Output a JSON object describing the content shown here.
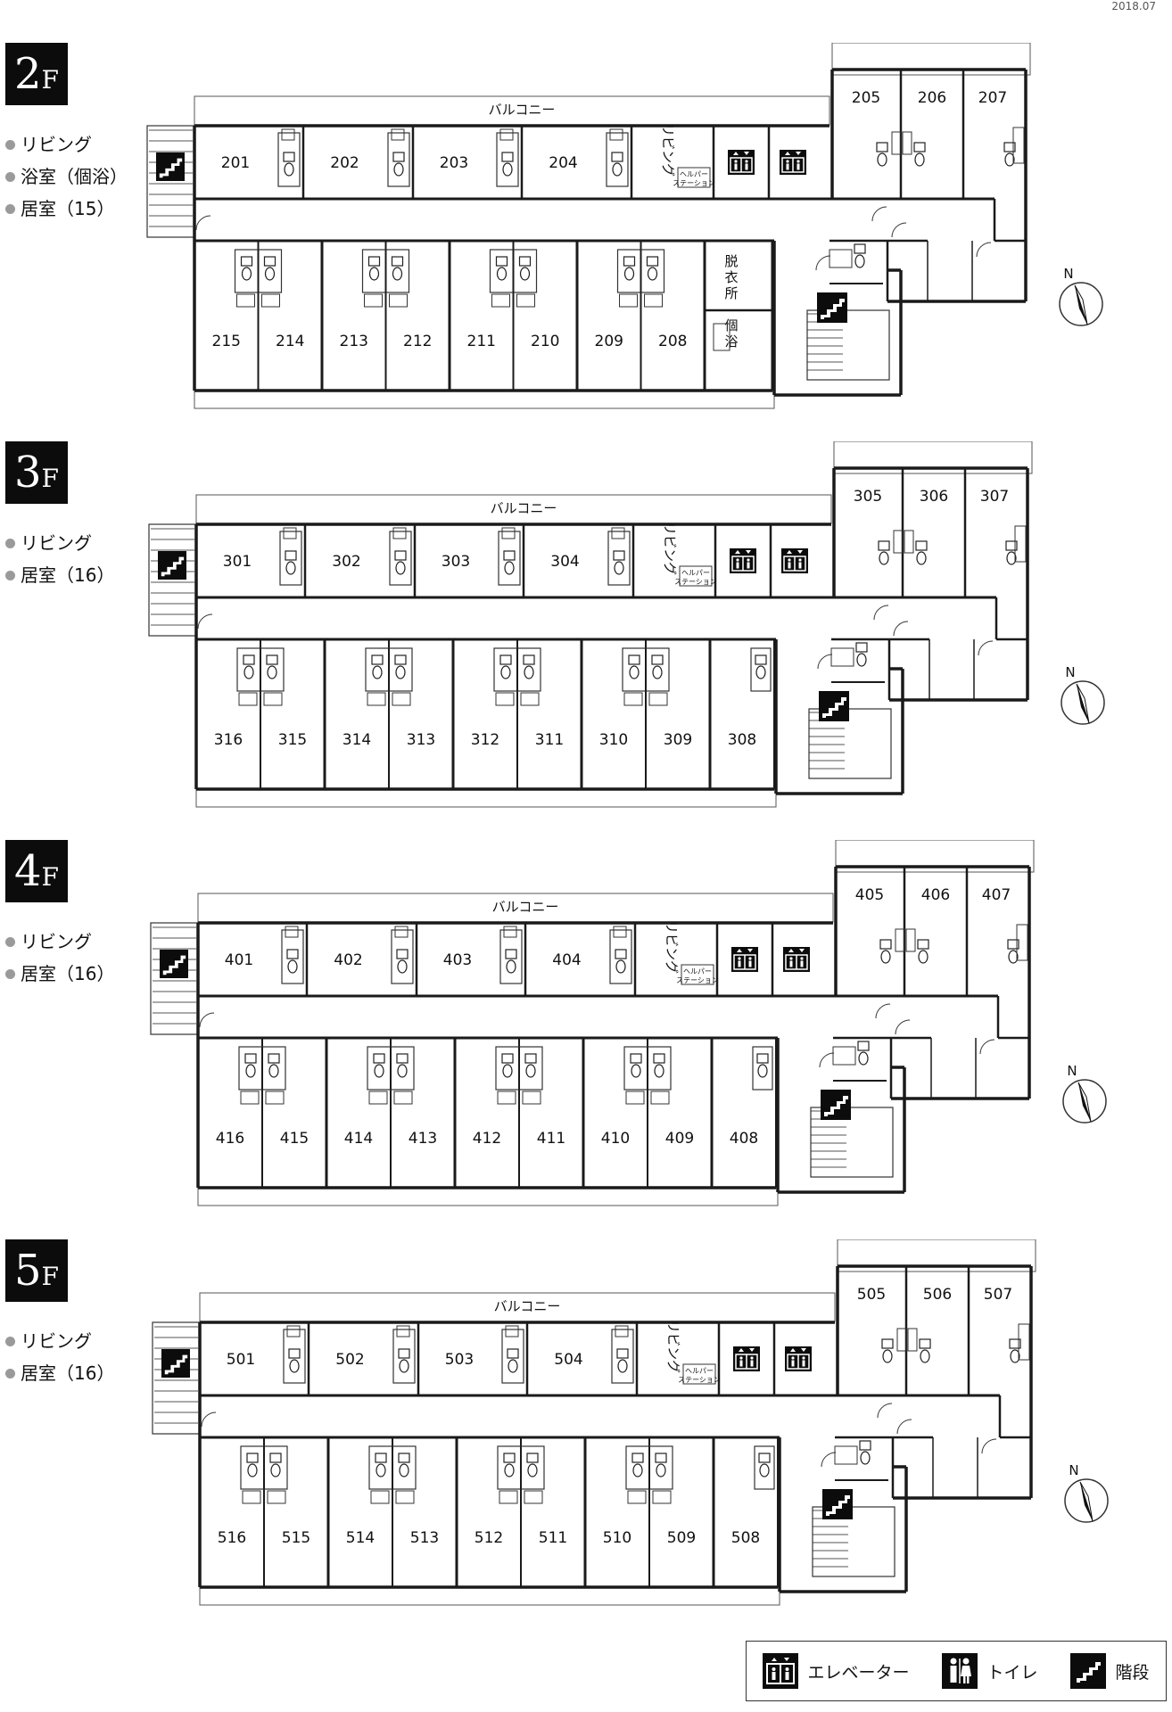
{
  "date": "2018.07",
  "balcony_label": "バルコニー",
  "living_vertical": "リビング",
  "helper_station": [
    "ヘルパー",
    "ステーション"
  ],
  "dressing_room": [
    "脱",
    "衣",
    "所"
  ],
  "private_bath": [
    "個",
    "浴"
  ],
  "compass_label": "N",
  "floors": [
    {
      "badge_main": "2",
      "badge_sub": "F",
      "legend": [
        "リビング",
        "浴室（個浴）",
        "居室（15）"
      ],
      "north_rooms": [
        "201",
        "202",
        "203",
        "204"
      ],
      "east_rooms": [
        "205",
        "206",
        "207"
      ],
      "south_rooms": [
        "215",
        "214",
        "213",
        "212",
        "211",
        "210",
        "209",
        "208"
      ]
    },
    {
      "badge_main": "3",
      "badge_sub": "F",
      "legend": [
        "リビング",
        "居室（16）"
      ],
      "north_rooms": [
        "301",
        "302",
        "303",
        "304"
      ],
      "east_rooms": [
        "305",
        "306",
        "307"
      ],
      "south_rooms": [
        "316",
        "315",
        "314",
        "313",
        "312",
        "311",
        "310",
        "309",
        "308"
      ]
    },
    {
      "badge_main": "4",
      "badge_sub": "F",
      "legend": [
        "リビング",
        "居室（16）"
      ],
      "north_rooms": [
        "401",
        "402",
        "403",
        "404"
      ],
      "east_rooms": [
        "405",
        "406",
        "407"
      ],
      "south_rooms": [
        "416",
        "415",
        "414",
        "413",
        "412",
        "411",
        "410",
        "409",
        "408"
      ]
    },
    {
      "badge_main": "5",
      "badge_sub": "F",
      "legend": [
        "リビング",
        "居室（16）"
      ],
      "north_rooms": [
        "501",
        "502",
        "503",
        "504"
      ],
      "east_rooms": [
        "505",
        "506",
        "507"
      ],
      "south_rooms": [
        "516",
        "515",
        "514",
        "513",
        "512",
        "511",
        "510",
        "509",
        "508"
      ]
    }
  ],
  "legend_box": {
    "elevator": "エレベーター",
    "toilet": "トイレ",
    "stairs": "階段"
  }
}
